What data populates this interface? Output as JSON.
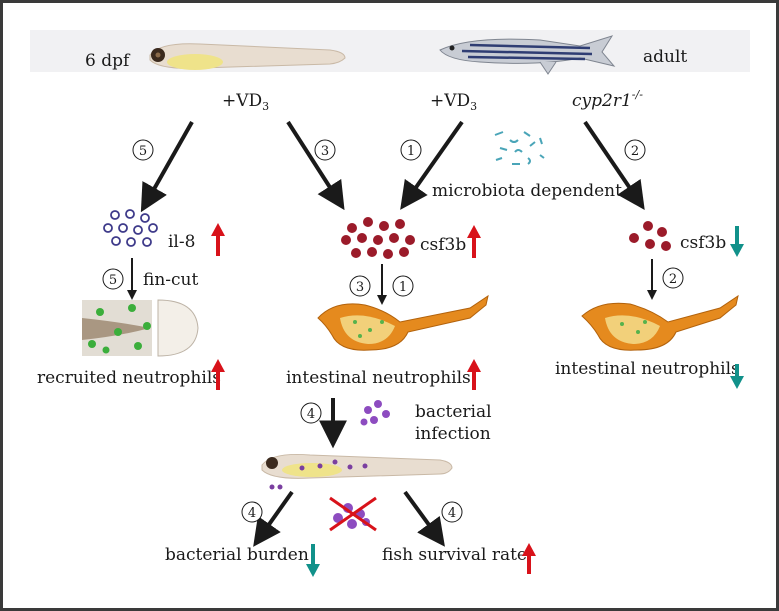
{
  "title_left": "6 dpf",
  "title_right": "adult",
  "vd3_left": "+VD",
  "vd3_right": "+VD",
  "vd3_sub": "3",
  "genotype": "cyp2r1",
  "genotype_sup": "-/-",
  "microbiota": "microbiota dependent",
  "il8": "il-8",
  "csf3b_center": "csf3b",
  "csf3b_right": "csf3b",
  "fincut": "fin-cut",
  "recruited": "recruited neutrophils",
  "intestinal_center": "intestinal neutrophils",
  "intestinal_right": "intestinal neutrophils",
  "bacterial_infection_1": "bacterial",
  "bacterial_infection_2": "infection",
  "bacterial_burden": "bacterial burden",
  "fish_survival": "fish survival rate",
  "steps": {
    "s1": "1",
    "s2": "2",
    "s3": "3",
    "s4": "4",
    "s5": "5"
  },
  "colors": {
    "up": "#d8121a",
    "down": "#11918a",
    "intestine": "#e58a1e",
    "dots_red": "#9b1b2a",
    "dots_purple": "#7a3fa0"
  }
}
